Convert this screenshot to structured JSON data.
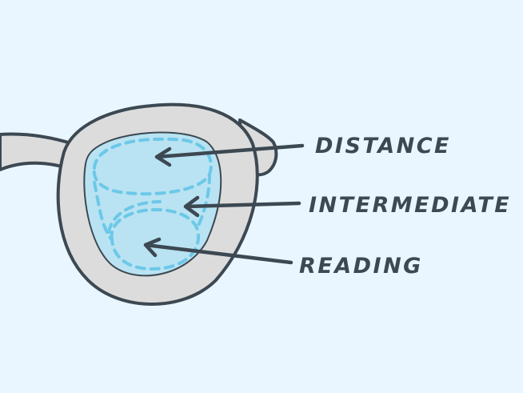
{
  "labels": {
    "distance": "DISTANCE",
    "intermediate": "INTERMEDIATE",
    "reading": "READING"
  },
  "colors": {
    "background": "#e9f6ff",
    "frame_fill": "#dcdcdc",
    "outline": "#3c4852",
    "lens_fill": "#b9e3f2",
    "dashed_stroke": "#6cc8e8",
    "arrow": "#3c4852"
  }
}
